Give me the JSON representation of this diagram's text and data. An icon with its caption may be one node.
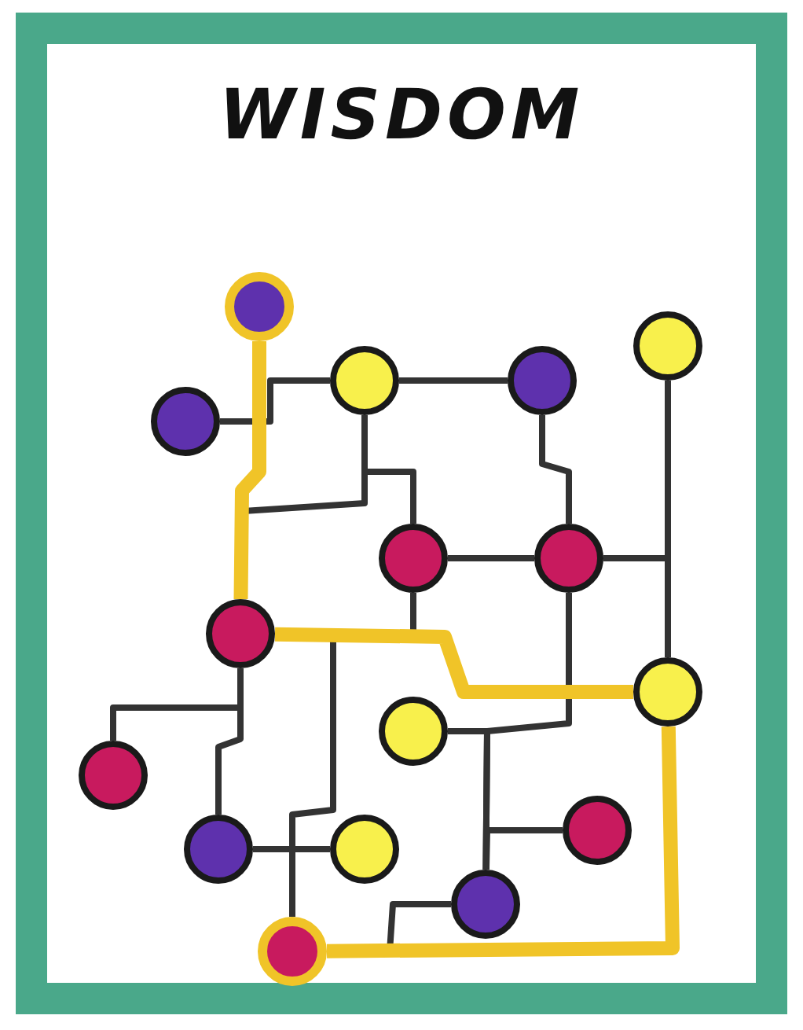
{
  "diagram": {
    "title": "WISDOM",
    "nodes": [
      {
        "text": [],
        "shape": "circle"
      },
      {
        "text": [],
        "shape": "circle"
      },
      {
        "text": [],
        "shape": "circle"
      },
      {
        "text": [],
        "shape": "circle"
      },
      {
        "text": [],
        "shape": "circle"
      },
      {
        "text": [],
        "shape": "circle"
      },
      {
        "text": [],
        "shape": "circle"
      },
      {
        "text": [],
        "shape": "circle"
      },
      {
        "text": [],
        "shape": "circle"
      },
      {
        "text": [],
        "shape": "circle"
      },
      {
        "text": [],
        "shape": "circle"
      },
      {
        "text": [],
        "shape": "circle"
      },
      {
        "text": [],
        "shape": "circle"
      },
      {
        "text": [],
        "shape": "circle"
      },
      {
        "text": [],
        "shape": "circle"
      },
      {
        "text": [],
        "shape": "circle"
      }
    ],
    "edges": [
      {
        "from": 0,
        "to": 7,
        "arrow": "none",
        "style": "thick",
        "color": "#f0c428"
      },
      {
        "from": 7,
        "to": 8,
        "arrow": "none",
        "style": "thick",
        "color": "#f0c428"
      },
      {
        "from": 8,
        "to": 15,
        "arrow": "none",
        "style": "thick",
        "color": "#f0c428"
      },
      {
        "from": 2,
        "to": 3,
        "arrow": "none"
      },
      {
        "from": 3,
        "to": 4,
        "arrow": "none"
      },
      {
        "from": 3,
        "to": 5,
        "arrow": "none"
      },
      {
        "from": 3,
        "to": 7,
        "arrow": "none"
      },
      {
        "from": 4,
        "to": 6,
        "arrow": "none"
      },
      {
        "from": 5,
        "to": 6,
        "arrow": "none"
      },
      {
        "from": 6,
        "to": 1,
        "arrow": "none"
      },
      {
        "from": 1,
        "to": 8,
        "arrow": "none"
      },
      {
        "from": 5,
        "to": 7,
        "arrow": "none"
      },
      {
        "from": 7,
        "to": 10,
        "arrow": "none"
      },
      {
        "from": 7,
        "to": 12,
        "arrow": "none"
      },
      {
        "from": 12,
        "to": 13,
        "arrow": "none"
      },
      {
        "from": 7,
        "to": 15,
        "arrow": "none"
      },
      {
        "from": 6,
        "to": 14,
        "arrow": "none"
      },
      {
        "from": 9,
        "to": 14,
        "arrow": "none"
      },
      {
        "from": 11,
        "to": 14,
        "arrow": "none"
      },
      {
        "from": 14,
        "to": 15,
        "arrow": "none"
      }
    ]
  }
}
